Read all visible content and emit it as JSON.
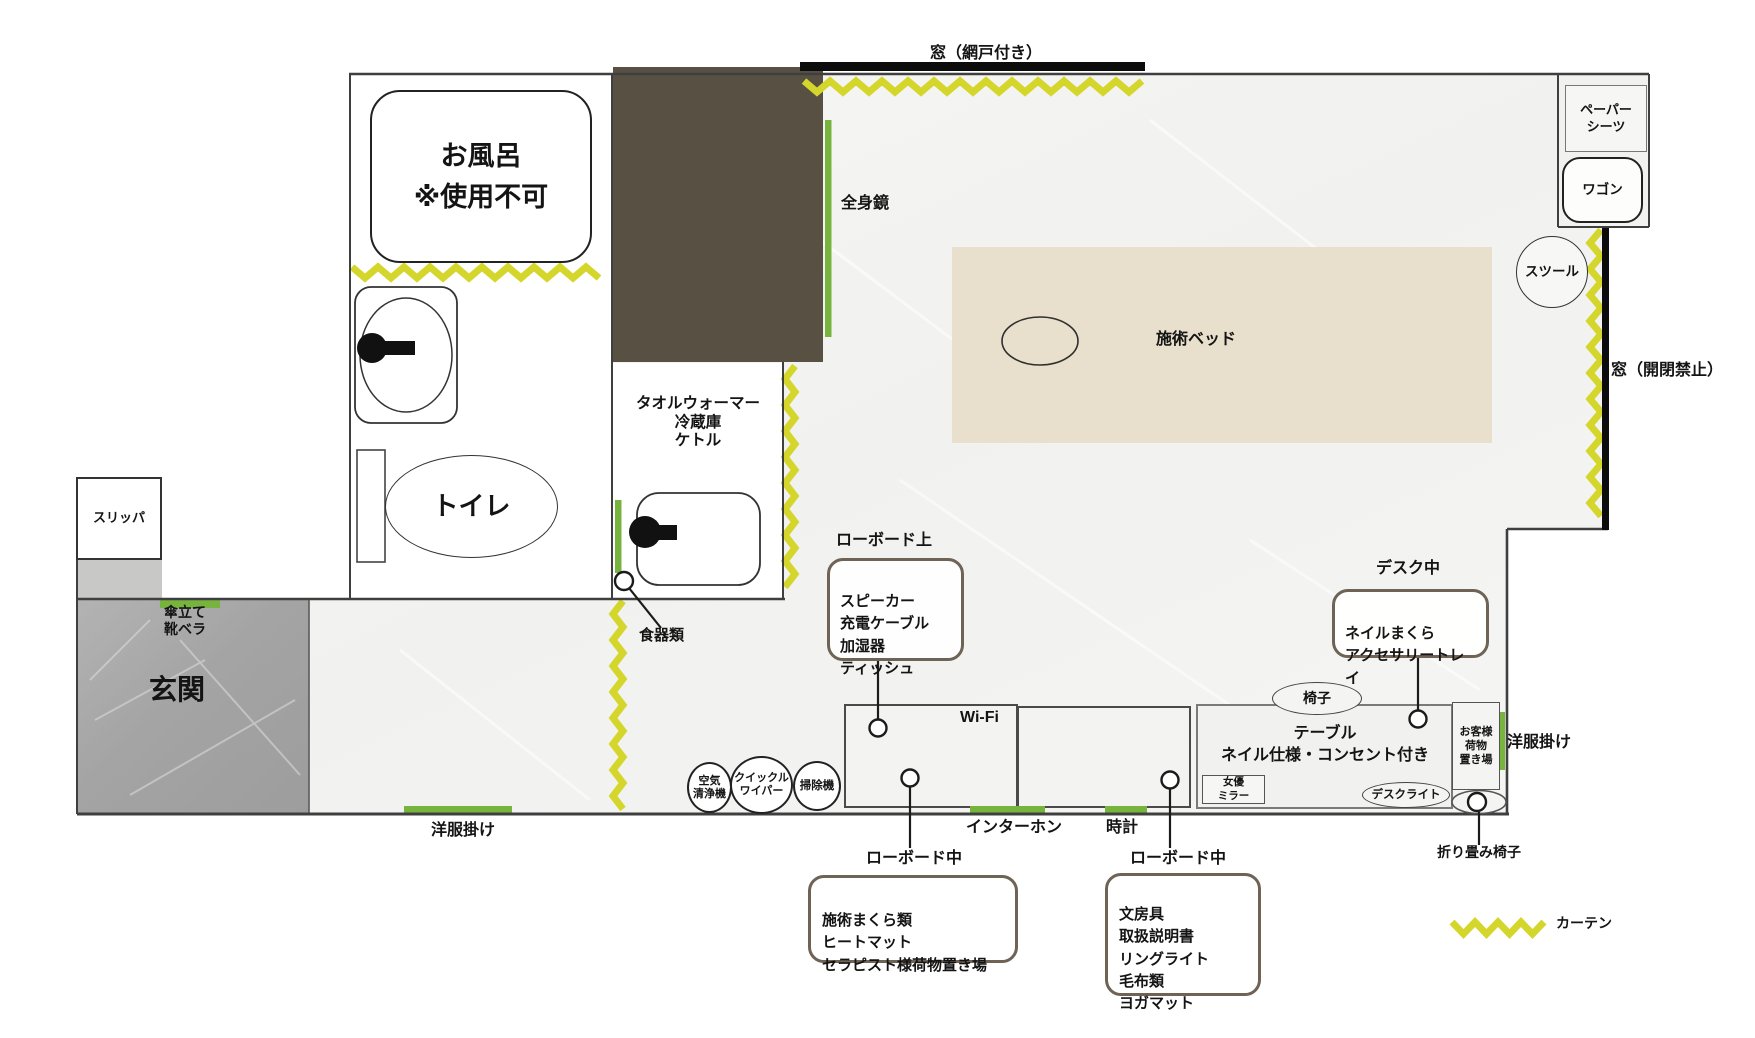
{
  "windows": {
    "top_label": "窓（網戸付き）",
    "right_label": "窓（開閉禁止）"
  },
  "bathroom": {
    "bath_label": "お風呂\n※使用不可",
    "toilet_label": "トイレ"
  },
  "kitchen": {
    "appliances_label": "タオルウォーマー\n冷蔵庫\nケトル",
    "dishes_label": "食器類"
  },
  "entrance": {
    "slippers_label": "スリッパ",
    "umbrella_label": "傘立て\n靴ベラ",
    "name_label": "玄関",
    "clothes_rack_label": "洋服掛け"
  },
  "room": {
    "mirror_label": "全身鏡",
    "bed_label": "施術ベッド",
    "paper_sheets_label": "ペーパー\nシーツ",
    "wagon_label": "ワゴン",
    "stool_label": "スツール",
    "wifi_label": "Wi-Fi",
    "intercom_label": "インターホン",
    "clock_label": "時計",
    "chair_label": "椅子",
    "table_label": "テーブル\nネイル仕様・コンセント付き",
    "actress_mirror_label": "女優\nミラー",
    "desk_light_label": "デスクライト",
    "customer_luggage_label": "お客様\n荷物\n置き場",
    "clothes_rack_label": "洋服掛け",
    "folding_chair_label": "折り畳み椅子"
  },
  "cleaning": {
    "air_purifier_label": "空気\n清浄機",
    "quickle_label": "クイックル\nワイパー",
    "vacuum_label": "掃除機"
  },
  "callouts": {
    "lowboard_top": {
      "title": "ローボード上",
      "items": "スピーカー\n充電ケーブル\n加湿器\nティッシュ"
    },
    "lowboard_left": {
      "title": "ローボード中",
      "items": "施術まくら類\nヒートマット\nセラピスト様荷物置き場"
    },
    "lowboard_right": {
      "title": "ローボード中",
      "items": "文房具\n取扱説明書\nリングライト\n毛布類\nヨガマット"
    },
    "desk": {
      "title": "デスク中",
      "items": "ネイルまくら\nアクセサリートレイ"
    }
  },
  "legend": {
    "curtain_label": "カーテン"
  },
  "colors": {
    "curtain_yellow": "#d5d62b",
    "accent_green": "#77b43e",
    "closet_brown": "#585043",
    "bed_beige": "#e8dfcd",
    "entrance_gray": "#a6a6a6",
    "wall": "#3f3f3f",
    "callout_border": "#6e6355"
  }
}
